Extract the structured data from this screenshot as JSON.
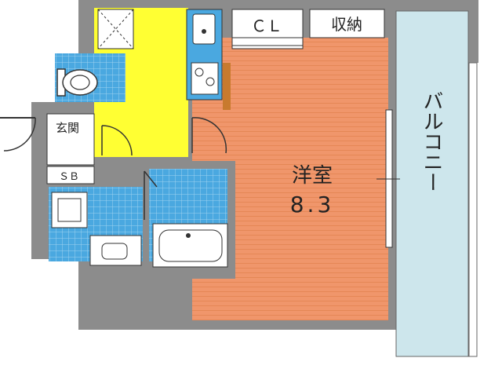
{
  "plan": {
    "labels": {
      "closet": "ＣＬ",
      "storage": "収納",
      "entrance": "玄関",
      "shoe_box": "ＳＢ",
      "western_room": "洋室",
      "room_size": "8.3",
      "balcony": "バルコニー"
    },
    "colors": {
      "wall": "#8c8c8c",
      "room_floor": "#f0966b",
      "kitchen_floor": "#ffff33",
      "wet_area": "#4aa8e0",
      "balcony": "#cde6ec",
      "closet_fill": "#ffffff"
    }
  }
}
